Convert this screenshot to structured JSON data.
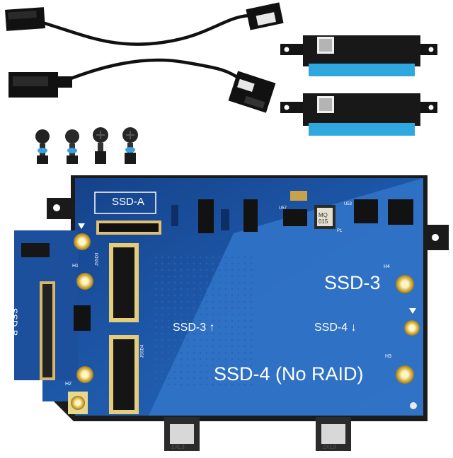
{
  "photo": {
    "board": {
      "labels": {
        "ssd_a": "SSD-A",
        "ssd_b": "SSD-B",
        "ssd_3_large": "SSD-3",
        "ssd_3_arrow": "SSD-3 ↑",
        "ssd_4_arrow": "SSD-4 ↓",
        "ssd_4_raid": "SSD-4 (No RAID)"
      },
      "silkscreen": {
        "h1": "H1",
        "h2": "H2",
        "h3": "H3",
        "h4": "H4",
        "u53": "U53",
        "u57": "U57",
        "p1": "P1",
        "js503": "JSSD3",
        "js504": "JSSD4",
        "inductor": "MQ 015"
      }
    },
    "bracket_stamps": [
      "2XL3",
      "2XL3"
    ],
    "colors": {
      "pcb_light": "#2f6fc1",
      "pcb_dark": "#0f3e86",
      "tray": "#1a1a1a",
      "tape": "#2fa8e0",
      "gold": "#d8b24a"
    }
  }
}
